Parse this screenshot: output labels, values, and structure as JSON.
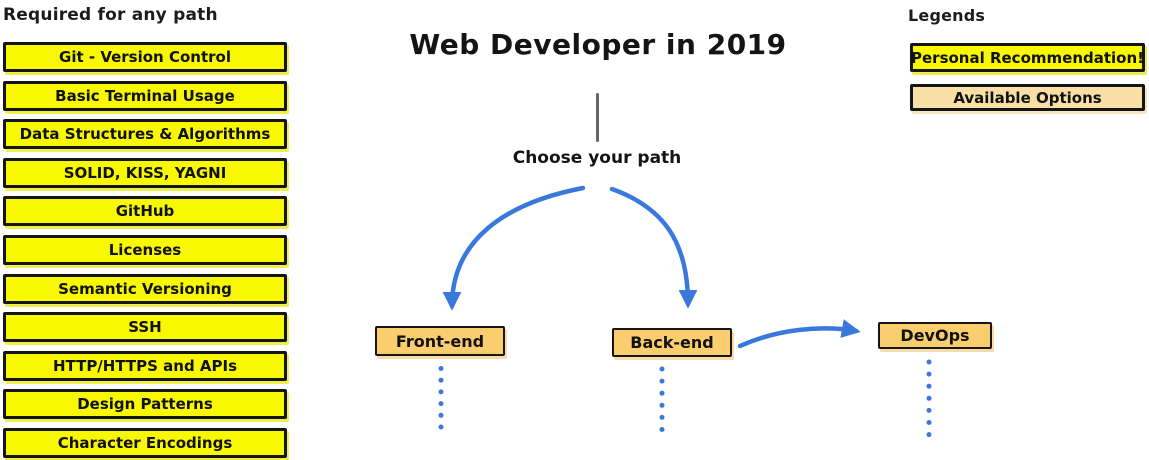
{
  "diagram": {
    "title": "Web Developer in 2019",
    "choose_path_label": "Choose your path"
  },
  "required": {
    "header": "Required for any path",
    "items": [
      "Git - Version Control",
      "Basic Terminal Usage",
      "Data Structures & Algorithms",
      "SOLID, KISS, YAGNI",
      "GitHub",
      "Licenses",
      "Semantic Versioning",
      "SSH",
      "HTTP/HTTPS and APIs",
      "Design Patterns",
      "Character Encodings"
    ]
  },
  "paths": {
    "nodes": [
      {
        "id": "front-end",
        "label": "Front-end"
      },
      {
        "id": "back-end",
        "label": "Back-end"
      },
      {
        "id": "devops",
        "label": "DevOps"
      }
    ]
  },
  "legends": {
    "header": "Legends",
    "items": [
      {
        "label": "Personal Recommendation!",
        "fill": "#F8F800"
      },
      {
        "label": "Available Options",
        "fill": "#F8DFA4"
      }
    ]
  },
  "colors": {
    "highlight_yellow": "#F8F800",
    "option_fill": "#FACD6E",
    "legend_option_fill": "#F8DFA4",
    "arrow_blue": "#3B78DC",
    "stem_gray": "#666666",
    "border_black": "#151515"
  }
}
